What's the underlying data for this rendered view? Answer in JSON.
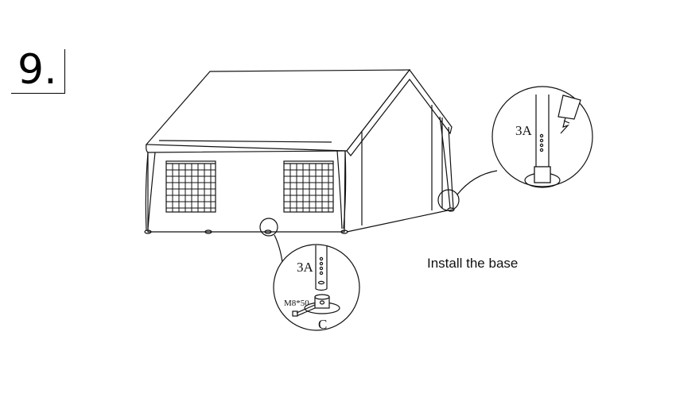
{
  "step": {
    "number": "9."
  },
  "caption": "Install the base",
  "detail_bottom": {
    "part_label": "3A",
    "bolt_label": "M8*50",
    "base_label": "C"
  },
  "detail_right": {
    "part_label": "3A"
  },
  "colors": {
    "line": "#111111",
    "background": "#ffffff"
  }
}
